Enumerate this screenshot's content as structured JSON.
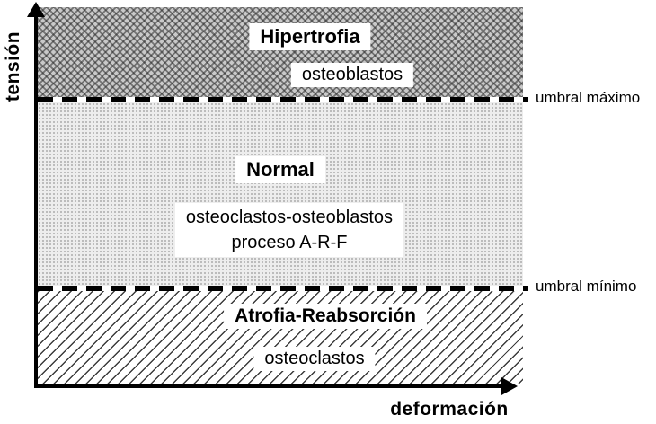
{
  "diagram": {
    "y_axis_label": "tensión",
    "x_axis_label": "deformación",
    "zones": {
      "hypertrophy": {
        "title": "Hipertrofia",
        "cells": "osteoblastos"
      },
      "normal": {
        "title": "Normal",
        "cells_line1": "osteoclastos-osteoblastos",
        "cells_line2": "proceso A-R-F"
      },
      "atrophy": {
        "title": "Atrofia-Reabsorción",
        "cells": "osteoclastos"
      }
    },
    "thresholds": {
      "maximum": "umbral máximo",
      "minimum": "umbral mínimo"
    },
    "colors": {
      "line": "#000000",
      "hypertrophy_fill": "#c9c9c9",
      "normal_fill": "#ededed",
      "atrophy_fill": "#ffffff"
    }
  }
}
